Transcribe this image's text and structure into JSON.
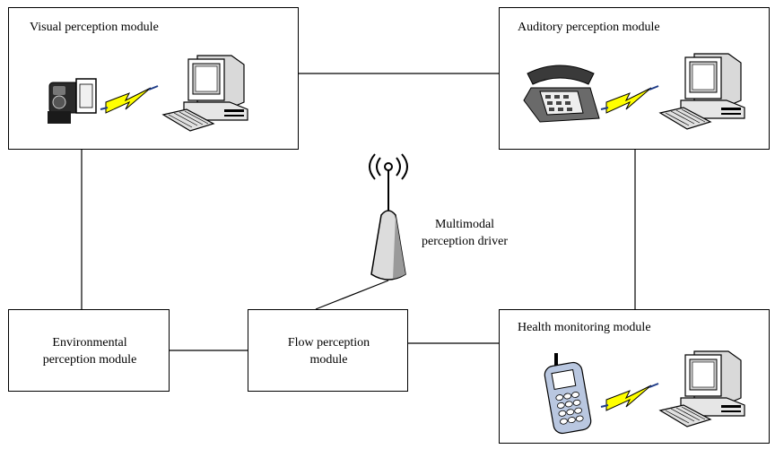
{
  "modules": {
    "visual": {
      "title": "Visual perception module"
    },
    "auditory": {
      "title": "Auditory perception module"
    },
    "environmental": {
      "line1": "Environmental",
      "line2": "perception module"
    },
    "flow": {
      "line1": "Flow perception",
      "line2": "module"
    },
    "health": {
      "title": "Health monitoring module"
    }
  },
  "driver": {
    "line1": "Multimodal",
    "line2": "perception driver"
  },
  "icons": [
    "video-camera-icon",
    "computer-icon",
    "lightning-icon",
    "telephone-icon",
    "mobile-phone-icon",
    "antenna-icon"
  ],
  "colors": {
    "lightning": "#ffff00",
    "link_line": "#1f3c88",
    "border": "#000000"
  }
}
